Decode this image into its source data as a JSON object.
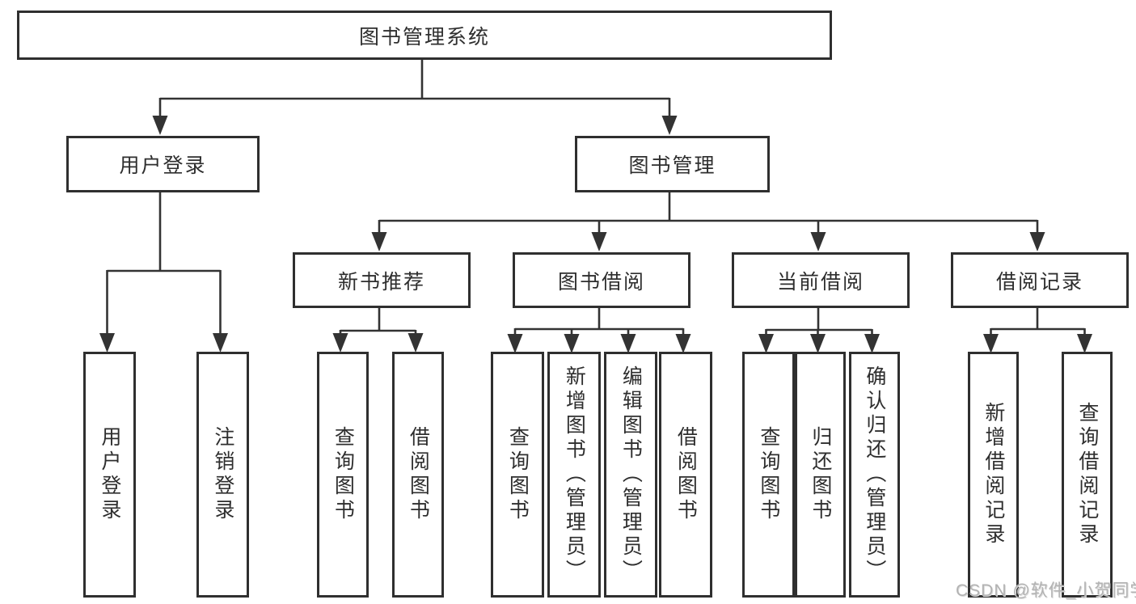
{
  "tree": {
    "root": {
      "label": "图书管理系统",
      "children": [
        {
          "label": "用户登录",
          "children": [
            {
              "label": "用户登录"
            },
            {
              "label": "注销登录"
            }
          ]
        },
        {
          "label": "图书管理",
          "children": [
            {
              "label": "新书推荐",
              "children": [
                {
                  "label": "查询图书"
                },
                {
                  "label": "借阅图书"
                }
              ]
            },
            {
              "label": "图书借阅",
              "children": [
                {
                  "label": "查询图书"
                },
                {
                  "label": "新增图书（管理员）"
                },
                {
                  "label": "编辑图书（管理员）"
                },
                {
                  "label": "借阅图书"
                }
              ]
            },
            {
              "label": "当前借阅",
              "children": [
                {
                  "label": "查询图书"
                },
                {
                  "label": "归还图书"
                },
                {
                  "label": "确认归还（管理员）"
                }
              ]
            },
            {
              "label": "借阅记录",
              "children": [
                {
                  "label": "新增借阅记录"
                },
                {
                  "label": "查询借阅记录"
                }
              ]
            }
          ]
        }
      ]
    }
  },
  "watermark": {
    "text": "CSDN @软件_小贺同学"
  },
  "colors": {
    "line": "#333333",
    "box_border": "#2f2f2f",
    "text": "#2e2e2e",
    "watermark": "#b3b3b3",
    "background": "#ffffff"
  }
}
